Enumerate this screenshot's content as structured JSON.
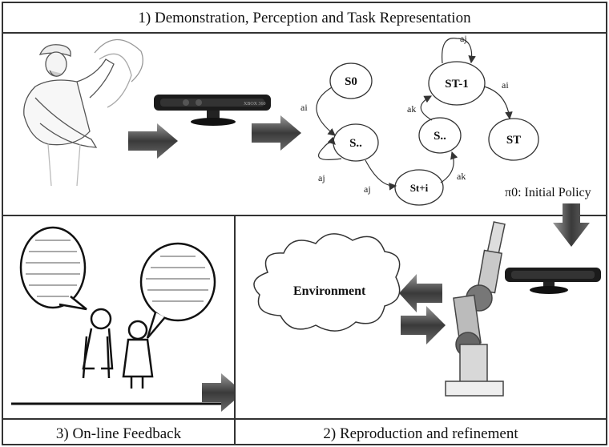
{
  "panels": {
    "top_title": "1) Demonstration, Perception and Task Representation",
    "bottom_left_title": "3) On-line Feedback",
    "bottom_right_title": "2) Reproduction and refinement"
  },
  "graph": {
    "states": [
      "S0",
      "S..",
      "St+i",
      "S..",
      "ST-1",
      "ST"
    ],
    "edges": [
      "ai",
      "aj",
      "aj",
      "ak",
      "ak",
      "aj",
      "ai"
    ]
  },
  "policy_label": "π0: Initial Policy",
  "environment_label": "Environment",
  "sensor_brand": "XBOX 360"
}
